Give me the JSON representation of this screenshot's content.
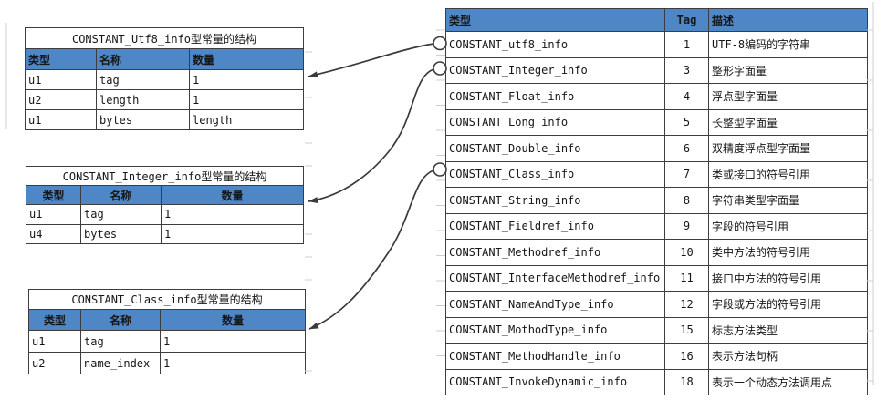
{
  "colors": {
    "header_blue": "#4e86c6",
    "table_border": "#3d3d3d",
    "arrow_stroke": "#3a3a3a",
    "header_text": "#ffffff",
    "body_text": "#161616",
    "gridline_faint": "#cfcfcf"
  },
  "left_tables": [
    {
      "title": "CONSTANT_Utf8_info型常量的结构",
      "columns": [
        "类型",
        "名称",
        "数量"
      ],
      "rows": [
        [
          "u1",
          "tag",
          "1"
        ],
        [
          "u2",
          "length",
          "1"
        ],
        [
          "u1",
          "bytes",
          "length"
        ]
      ]
    },
    {
      "title": "CONSTANT_Integer_info型常量的结构",
      "columns": [
        "类型",
        "名称",
        "数量"
      ],
      "rows": [
        [
          "u1",
          "tag",
          "1"
        ],
        [
          "u4",
          "bytes",
          "1"
        ]
      ]
    },
    {
      "title": "CONSTANT_Class_info型常量的结构",
      "columns": [
        "类型",
        "名称",
        "数量"
      ],
      "rows": [
        [
          "u1",
          "tag",
          "1"
        ],
        [
          "u2",
          "name_index",
          "1"
        ]
      ]
    }
  ],
  "constant_table": {
    "columns": [
      "类型",
      "Tag",
      "描述"
    ],
    "rows": [
      [
        "CONSTANT_utf8_info",
        "1",
        "UTF-8编码的字符串"
      ],
      [
        "CONSTANT_Integer_info",
        "3",
        "整形字面量"
      ],
      [
        "CONSTANT_Float_info",
        "4",
        "浮点型字面量"
      ],
      [
        "CONSTANT_Long_info",
        "5",
        "长整型字面量"
      ],
      [
        "CONSTANT_Double_info",
        "6",
        "双精度浮点型字面量"
      ],
      [
        "CONSTANT_Class_info",
        "7",
        "类或接口的符号引用"
      ],
      [
        "CONSTANT_String_info",
        "8",
        "字符串类型字面量"
      ],
      [
        "CONSTANT_Fieldref_info",
        "9",
        "字段的符号引用"
      ],
      [
        "CONSTANT_Methodref_info",
        "10",
        "类中方法的符号引用"
      ],
      [
        "CONSTANT_InterfaceMethodref_info",
        "11",
        "接口中方法的符号引用"
      ],
      [
        "CONSTANT_NameAndType_info",
        "12",
        "字段或方法的符号引用"
      ],
      [
        "CONSTANT_MothodType_info",
        "15",
        "标志方法类型"
      ],
      [
        "CONSTANT_MethodHandle_info",
        "16",
        "表示方法句柄"
      ],
      [
        "CONSTANT_InvokeDynamic_info",
        "18",
        "表示一个动态方法调用点"
      ]
    ]
  },
  "connectors": [
    {
      "from_row": "CONSTANT_utf8_info",
      "to_table": "CONSTANT_Utf8_info型常量的结构"
    },
    {
      "from_row": "CONSTANT_Integer_info",
      "to_table": "CONSTANT_Integer_info型常量的结构"
    },
    {
      "from_row": "CONSTANT_Class_info",
      "to_table": "CONSTANT_Class_info型常量的结构"
    }
  ]
}
